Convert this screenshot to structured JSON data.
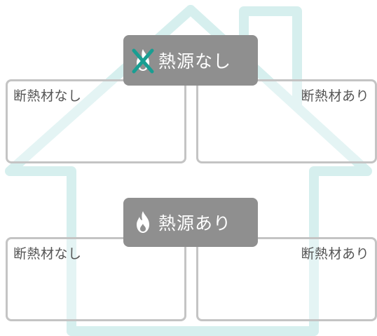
{
  "colors": {
    "house_outline": "#d6efee",
    "pill_bg": "#8f8f8f",
    "box_border": "#c4c4c4",
    "box_text": "#555555",
    "cross": "#1a9e92"
  },
  "sections": [
    {
      "heading": "熱源なし",
      "icon": "flame-crossed-icon",
      "left_box": "断熱材なし",
      "right_box": "断熱材あり"
    },
    {
      "heading": "熱源あり",
      "icon": "flame-icon",
      "left_box": "断熱材なし",
      "right_box": "断熱材あり"
    }
  ]
}
